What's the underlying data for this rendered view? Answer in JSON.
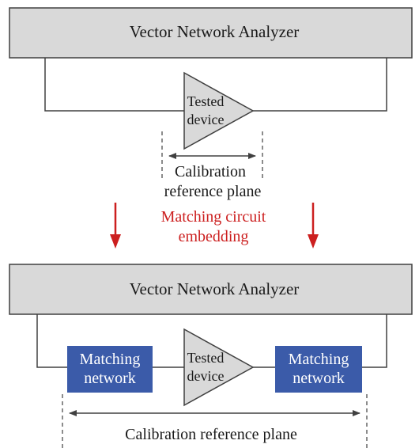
{
  "top_setup": {
    "analyzer_label": "Vector Network Analyzer",
    "device_label_line1": "Tested",
    "device_label_line2": "device",
    "plane_label_line1": "Calibration",
    "plane_label_line2": "reference plane"
  },
  "transition": {
    "label_line1": "Matching circuit",
    "label_line2": "embedding"
  },
  "bottom_setup": {
    "analyzer_label": "Vector Network Analyzer",
    "left_network_line1": "Matching",
    "left_network_line2": "network",
    "device_label_line1": "Tested",
    "device_label_line2": "device",
    "right_network_line1": "Matching",
    "right_network_line2": "network",
    "plane_label": "Calibration reference plane"
  },
  "colors": {
    "analyzer_fill": "#d9d9d9",
    "device_fill": "#d9d9d9",
    "network_fill": "#3b5ba9",
    "network_text": "#ffffff",
    "transition_text": "#cc1f1f",
    "arrow_red": "#cc1f1f",
    "line": "#404040",
    "text": "#1a1a1a"
  }
}
